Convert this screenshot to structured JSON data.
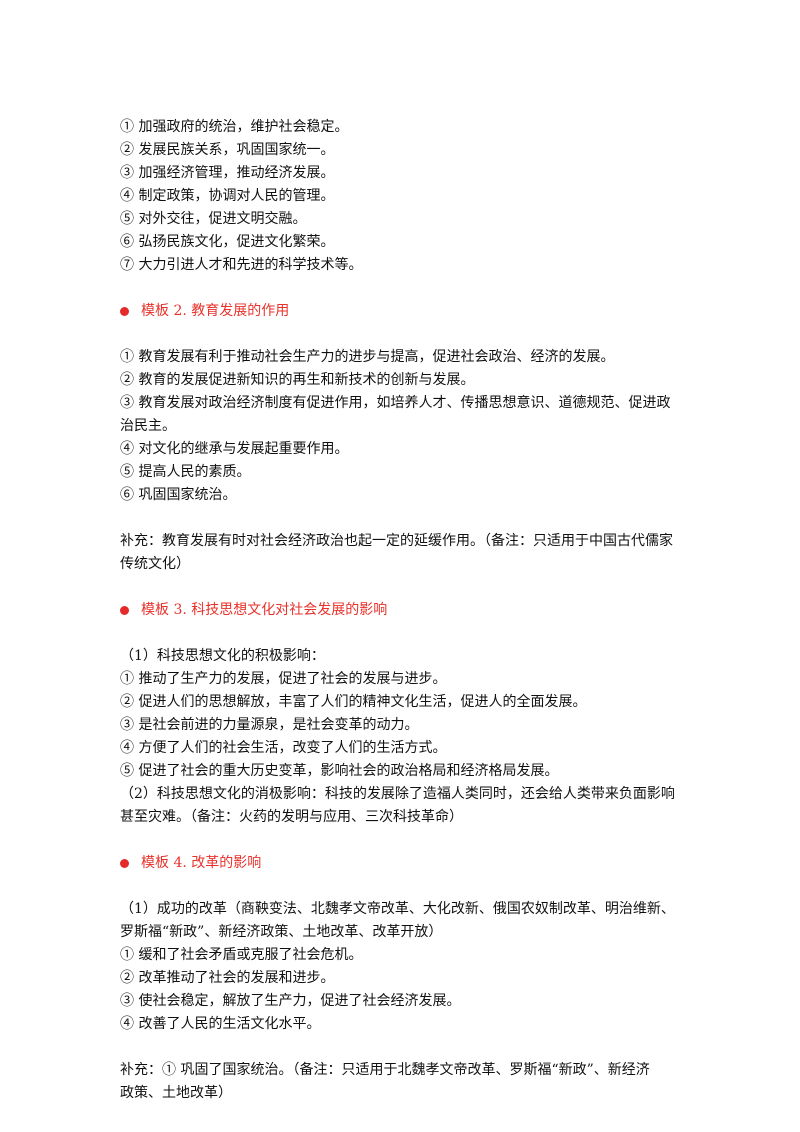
{
  "block1": {
    "items": [
      "① 加强政府的统治，维护社会稳定。",
      "② 发展民族关系，巩固国家统一。",
      "③ 加强经济管理，推动经济发展。",
      "④ 制定政策，协调对人民的管理。",
      "⑤ 对外交往，促进文明交融。",
      "⑥ 弘扬民族文化，促进文化繁荣。",
      "⑦ 大力引进人才和先进的科学技术等。"
    ]
  },
  "section2": {
    "heading": "模板 2.  教育发展的作用",
    "items": [
      "① 教育发展有利于推动社会生产力的进步与提高，促进社会政治、经济的发展。",
      "② 教育的发展促进新知识的再生和新技术的创新与发展。",
      "③ 教育发展对政治经济制度有促进作用，如培养人才、传播思想意识、道德规范、促进政",
      "治民主。",
      "④ 对文化的继承与发展起重要作用。",
      "⑤ 提高人民的素质。",
      "⑥ 巩固国家统治。"
    ],
    "supplement": [
      "补充：教育发展有时对社会经济政治也起一定的延缓作用。（备注：只适用于中国古代儒家",
      "传统文化）"
    ]
  },
  "section3": {
    "heading": "模板 3.   科技思想文化对社会发展的影响",
    "sub1": "（1）科技思想文化的积极影响：",
    "items": [
      "① 推动了生产力的发展，促进了社会的发展与进步。",
      "② 促进人们的思想解放，丰富了人们的精神文化生活，促进人的全面发展。",
      "③ 是社会前进的力量源泉，是社会变革的动力。",
      "④ 方便了人们的社会生活，改变了人们的生活方式。",
      "⑤ 促进了社会的重大历史变革，影响社会的政治格局和经济格局发展。"
    ],
    "sub2": [
      "（2）科技思想文化的消极影响：科技的发展除了造福人类同时，还会给人类带来负面影响",
      "甚至灾难。（备注：火药的发明与应用、三次科技革命）"
    ]
  },
  "section4": {
    "heading": "模板 4.  改革的影响",
    "sub1": [
      "（1）成功的改革（商鞅变法、北魏孝文帝改革、大化改新、俄国农奴制改革、明治维新、",
      "罗斯福“新政”、新经济政策、土地改革、改革开放）"
    ],
    "items": [
      "① 缓和了社会矛盾或克服了社会危机。",
      "② 改革推动了社会的发展和进步。",
      "③ 使社会稳定，解放了生产力，促进了社会经济发展。",
      "④ 改善了人民的生活文化水平。"
    ],
    "supplement": [
      "补充：① 巩固了国家统治。（备注：只适用于北魏孝文帝改革、罗斯福“新政”、新经济",
      "政策、土地改革）"
    ]
  }
}
